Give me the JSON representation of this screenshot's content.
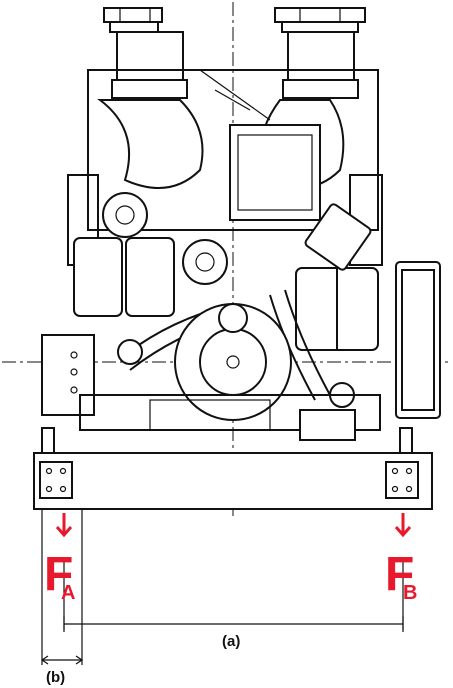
{
  "forces": {
    "a": {
      "letter": "F",
      "subscript": "A"
    },
    "b": {
      "letter": "F",
      "subscript": "B"
    }
  },
  "dimensions": {
    "a": "(a)",
    "b": "(b)"
  },
  "colors": {
    "force": "#e8192c",
    "lines": "#111111"
  }
}
